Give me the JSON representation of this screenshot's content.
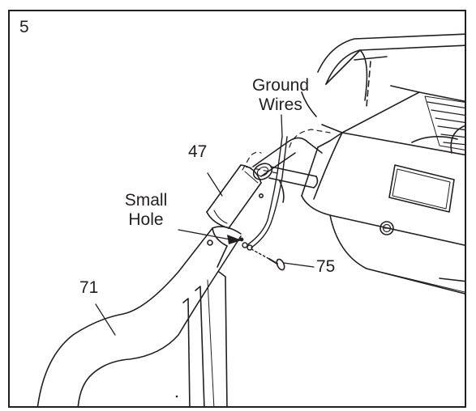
{
  "step": {
    "number": "5"
  },
  "callouts": {
    "ground_wires": {
      "line1": "Ground",
      "line2": "Wires"
    },
    "small_hole": {
      "line1": "Small",
      "line2": "Hole"
    },
    "part_47": "47",
    "part_71": "71",
    "part_75": "75"
  },
  "colors": {
    "ink": "#231f20",
    "background": "#ffffff"
  }
}
